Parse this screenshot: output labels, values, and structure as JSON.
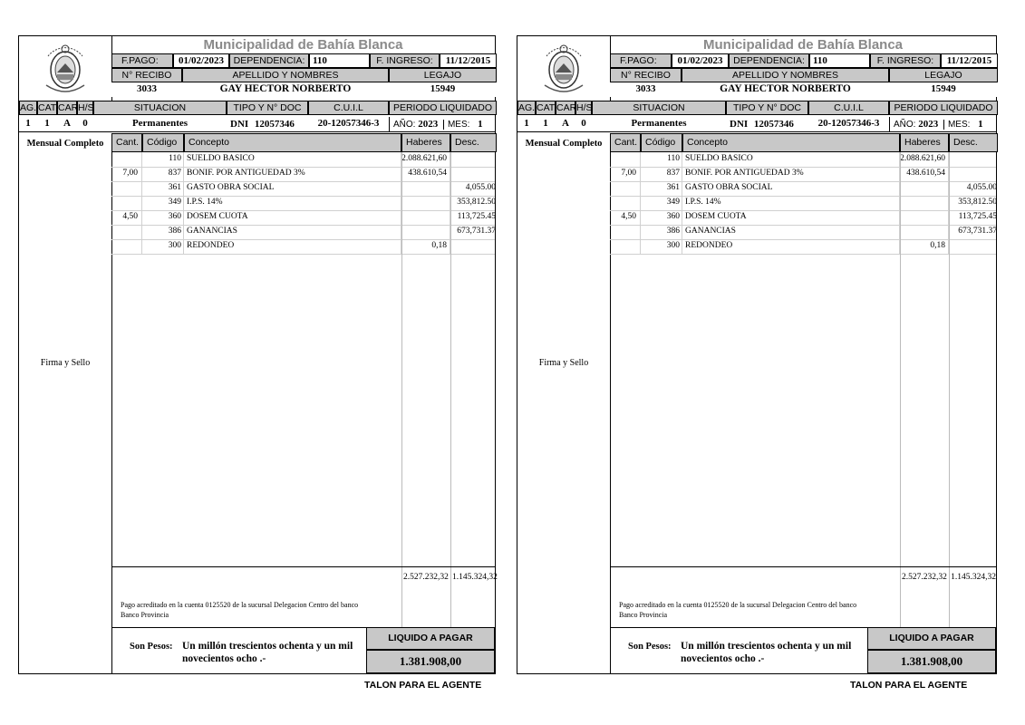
{
  "title": "Municipalidad de Bahía Blanca",
  "labels": {
    "fpago": "F.PAGO:",
    "dependencia": "DEPENDENCIA:",
    "fingreso": "F. INGRESO:",
    "nrecibo": "N° RECIBO",
    "apellido": "APELLIDO Y NOMBRES",
    "legajo": "LEGAJO",
    "ag": "AG.",
    "cat": "CAT.",
    "car": "CAR.",
    "hs": "H/S",
    "situacion": "SITUACION",
    "tipodoc": "TIPO Y N° DOC",
    "cuil": "C.U.I.L",
    "periodo": "PERIODO LIQUIDADO",
    "anio": "AÑO:",
    "mes": "MES:",
    "cant": "Cant.",
    "codigo": "Código",
    "concepto": "Concepto",
    "haberes": "Haberes",
    "desc": "Desc.",
    "mensual": "Mensual Completo",
    "firma": "Firma y Sello",
    "liquido": "LIQUIDO A PAGAR",
    "sonpesos": "Son Pesos:",
    "talon": "TALON PARA EL AGENTE"
  },
  "values": {
    "fpago": "01/02/2023",
    "dependencia": "110",
    "fingreso": "11/12/2015",
    "nrecibo": "3033",
    "nombre": "GAY HECTOR NORBERTO",
    "legajo": "15949",
    "ag": "1",
    "cat": "1",
    "car": "A",
    "hs": "0",
    "situacion": "Permanentes",
    "tipodoc": "DNI",
    "ndoc": "12057346",
    "cuil": "20-12057346-3",
    "anio": "2023",
    "mes": "1"
  },
  "conceptos": [
    {
      "cant": "",
      "codigo": "110",
      "concepto": "SUELDO BASICO",
      "haberes": "2.088.621,60",
      "desc": ""
    },
    {
      "cant": "7,00",
      "codigo": "837",
      "concepto": "BONIF. POR ANTIGUEDAD 3%",
      "haberes": "438.610,54",
      "desc": ""
    },
    {
      "cant": "",
      "codigo": "361",
      "concepto": "GASTO OBRA SOCIAL",
      "haberes": "",
      "desc": "4,055.00"
    },
    {
      "cant": "",
      "codigo": "349",
      "concepto": "I.P.S. 14%",
      "haberes": "",
      "desc": "353,812.50"
    },
    {
      "cant": "4,50",
      "codigo": "360",
      "concepto": "DOSEM CUOTA",
      "haberes": "",
      "desc": "113,725.45"
    },
    {
      "cant": "",
      "codigo": "386",
      "concepto": "GANANCIAS",
      "haberes": "",
      "desc": "673,731.37"
    },
    {
      "cant": "",
      "codigo": "300",
      "concepto": "REDONDEO",
      "haberes": "0,18",
      "desc": ""
    }
  ],
  "totales": {
    "haberes": "2.527.232,32",
    "desc_left": "1.145.324,32",
    "desc_right": "1.145.324,32"
  },
  "pago_text": "Pago acreditado en la cuenta  0125520  de la sucursal  Delegacion Centro del banco Banco Provincia",
  "son_pesos_text": "Un millón trescientos ochenta y un mil novecientos ocho .-",
  "liquido_valor": "1.381.908,00"
}
